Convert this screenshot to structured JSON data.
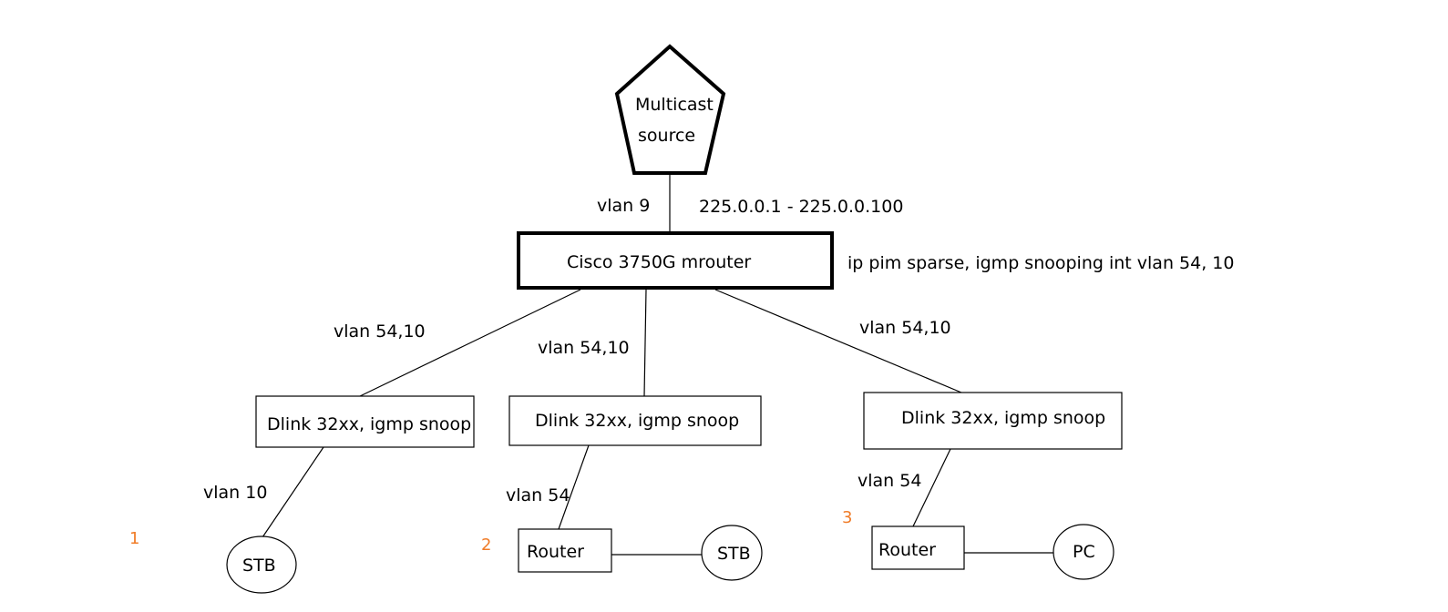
{
  "source": {
    "label_line1": "Multicast",
    "label_line2": "source"
  },
  "uplink": {
    "vlan_label": "vlan 9",
    "group_range": "225.0.0.1 - 225.0.0.100"
  },
  "core": {
    "label": "Cisco 3750G mrouter",
    "config_note": "ip pim sparse, igmp snooping  int vlan 54, 10"
  },
  "branches": [
    {
      "marker": "1",
      "trunk_vlan": "vlan 54,10",
      "switch_label": "Dlink 32xx, igmp snoop",
      "access_vlan": "vlan 10",
      "endpoint": "STB"
    },
    {
      "marker": "2",
      "trunk_vlan": "vlan 54,10",
      "switch_label": "Dlink 32xx, igmp snoop",
      "access_vlan": "vlan 54",
      "router_label": "Router",
      "endpoint": "STB"
    },
    {
      "marker": "3",
      "trunk_vlan": "vlan 54,10",
      "switch_label": "Dlink 32xx, igmp snoop",
      "access_vlan": "vlan 54",
      "router_label": "Router",
      "endpoint": "PC"
    }
  ],
  "colors": {
    "lines": "#000000",
    "markers": "#f07c28",
    "background": "#ffffff"
  }
}
